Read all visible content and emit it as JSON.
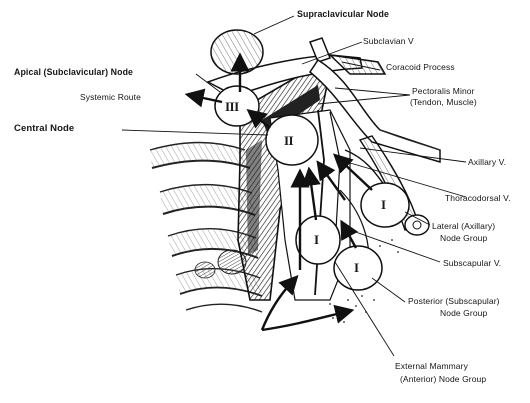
{
  "figure": {
    "labels": {
      "supraclavicular_node": "Supraclavicular Node",
      "subclavian_v": "Subclavian V",
      "coracoid_process": "Coracoid Process",
      "apical_node": "Apical (Subclavicular) Node",
      "systemic_route": "Systemic Route",
      "pectoralis_minor": "Pectoralis Minor",
      "pectoralis_minor_sub": "(Tendon, Muscle)",
      "central_node": "Central Node",
      "axillary_v": "Axillary V.",
      "thoracodorsal_v": "Thoracodorsal V.",
      "lateral_group_1": "Lateral (Axillary)",
      "lateral_group_2": "Node Group",
      "subscapular_v": "Subscapular V.",
      "posterior_group_1": "Posterior (Subscapular)",
      "posterior_group_2": "Node Group",
      "external_mammary_1": "External Mammary",
      "external_mammary_2": "(Anterior) Node Group"
    },
    "node_numerals": {
      "apical": "III",
      "central": "II",
      "lateral": "I",
      "anterior": "I",
      "posterior": "I"
    }
  }
}
